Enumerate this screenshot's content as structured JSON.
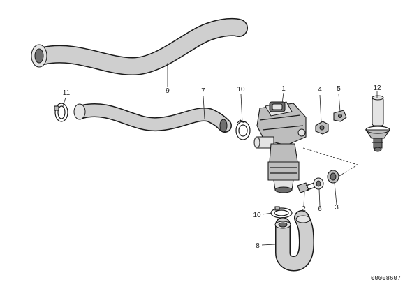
{
  "diagram": {
    "part_labels": {
      "p1": "1",
      "p2": "2",
      "p3": "3",
      "p4": "4",
      "p5": "5",
      "p6": "6",
      "p7": "7",
      "p8": "8",
      "p9": "9",
      "p10a": "10",
      "p10b": "10",
      "p11": "11",
      "p12": "12"
    },
    "drawing_code": "00008607"
  }
}
